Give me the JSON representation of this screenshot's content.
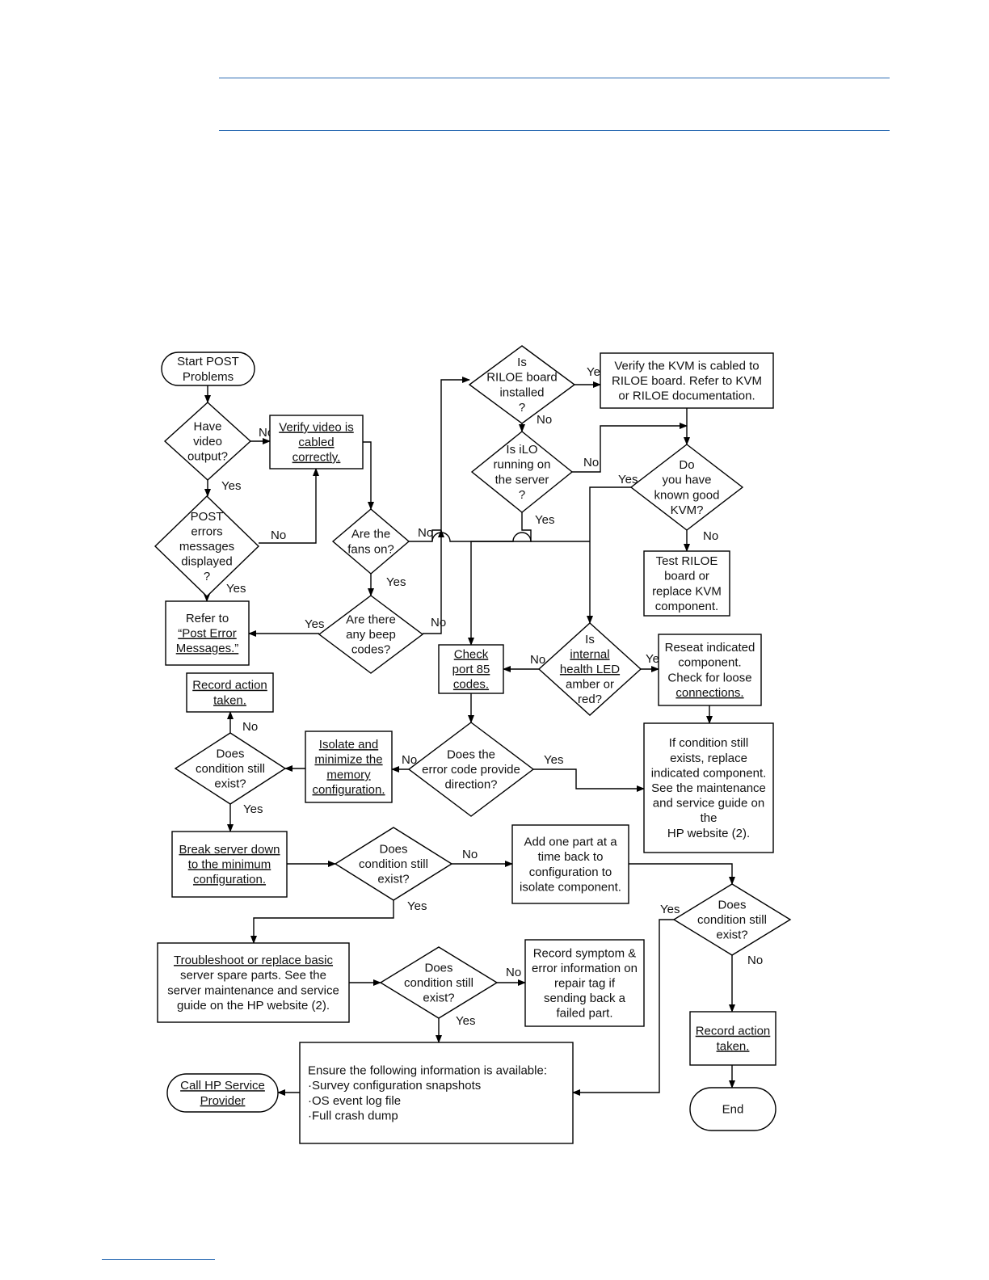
{
  "nodes": {
    "start": {
      "lines": [
        "Start POST",
        "Problems"
      ]
    },
    "video": {
      "lines": [
        "Have",
        "video",
        "output?"
      ]
    },
    "verifyvideo": {
      "lines": [
        "Verify video is",
        "cabled",
        "correctly."
      ],
      "underline": [
        0,
        1,
        2
      ]
    },
    "posterr": {
      "lines": [
        "POST",
        "errors",
        "messages",
        "displayed",
        "?"
      ]
    },
    "referpost": {
      "lines": [
        "Refer to",
        "“Post Error",
        "Messages.”"
      ],
      "underline": [
        1,
        2
      ]
    },
    "fans": {
      "lines": [
        "Are the",
        "fans on?"
      ]
    },
    "beep": {
      "lines": [
        "Are there",
        "any beep",
        "codes?"
      ]
    },
    "riloe": {
      "lines": [
        "Is",
        "RILOE board",
        "installed",
        "?"
      ]
    },
    "verifykvm": {
      "lines": [
        "Verify the KVM is cabled to",
        "RILOE board. Refer to KVM",
        "or RILOE documentation."
      ]
    },
    "ilo": {
      "lines": [
        "Is iLO",
        "running on",
        "the server",
        "?"
      ]
    },
    "knownkvm": {
      "lines": [
        "Do",
        "you have",
        "known good",
        "KVM?"
      ]
    },
    "testriloe": {
      "lines": [
        "Test RILOE",
        "board or",
        "replace KVM",
        "component."
      ]
    },
    "healthled": {
      "lines": [
        "Is",
        "internal",
        "health LED",
        "amber or",
        "red?"
      ],
      "underline": [
        1,
        2
      ]
    },
    "port85": {
      "lines": [
        "Check",
        "port 85",
        "codes."
      ],
      "underline": [
        0,
        1,
        2
      ]
    },
    "reseat": {
      "lines": [
        "Reseat indicated",
        "component.",
        "Check for loose",
        "connections."
      ],
      "underline": [
        3
      ]
    },
    "record1": {
      "lines": [
        "Record action",
        "taken."
      ],
      "underline": [
        0,
        1
      ]
    },
    "cond1": {
      "lines": [
        "Does",
        "condition still",
        "exist?"
      ]
    },
    "isolatemem": {
      "lines": [
        "Isolate and",
        "minimize the",
        "memory",
        "configuration."
      ],
      "underline": [
        0,
        1,
        2,
        3
      ]
    },
    "errcode": {
      "lines": [
        "Does the",
        "error code provide",
        "direction?"
      ]
    },
    "replace": {
      "lines": [
        "If condition still",
        "exists, replace",
        "indicated component.",
        "See the maintenance",
        "and service guide on",
        "the",
        "HP website (2)."
      ]
    },
    "breakdown": {
      "lines": [
        "Break server down",
        "to the minimum",
        "configuration."
      ],
      "underline": [
        0,
        1,
        2
      ]
    },
    "cond2": {
      "lines": [
        "Does",
        "condition still",
        "exist?"
      ]
    },
    "addpart": {
      "lines": [
        "Add one part at a",
        "time back to",
        "configuration to",
        "isolate component."
      ]
    },
    "cond4": {
      "lines": [
        "Does",
        "condition still",
        "exist?"
      ]
    },
    "troubleshoot": {
      "lines": [
        "Troubleshoot or replace basic",
        "server spare parts. See the",
        "server maintenance and service",
        "guide on the HP website (2)."
      ],
      "underline": [
        0
      ]
    },
    "cond3": {
      "lines": [
        "Does",
        "condition still",
        "exist?"
      ]
    },
    "recordsym": {
      "lines": [
        "Record symptom &",
        "error information on",
        "repair tag if",
        "sending back a",
        "failed part."
      ]
    },
    "record2": {
      "lines": [
        "Record action",
        "taken."
      ],
      "underline": [
        0,
        1
      ]
    },
    "ensure": {
      "lines": [
        "Ensure the following information is available:",
        "·Survey configuration snapshots",
        "·OS event log file",
        "·Full crash dump"
      ]
    },
    "callhp": {
      "lines": [
        "Call HP Service",
        "Provider"
      ],
      "underline": [
        0,
        1
      ]
    },
    "end": {
      "lines": [
        "End"
      ]
    }
  },
  "edges": [
    {
      "from": "start",
      "to": "video",
      "label": ""
    },
    {
      "from": "video",
      "to": "verifyvideo",
      "label": "No"
    },
    {
      "from": "video",
      "to": "posterr",
      "label": "Yes"
    },
    {
      "from": "posterr",
      "to": "verifyvideo",
      "label": "No"
    },
    {
      "from": "posterr",
      "to": "referpost",
      "label": "Yes"
    },
    {
      "from": "verifyvideo",
      "to": "fans",
      "label": ""
    },
    {
      "from": "fans",
      "to": "riloe",
      "label": "No"
    },
    {
      "from": "fans",
      "to": "beep",
      "label": "Yes"
    },
    {
      "from": "beep",
      "to": "referpost",
      "label": "Yes"
    },
    {
      "from": "beep",
      "to": "riloe",
      "label": "No"
    },
    {
      "from": "riloe",
      "to": "verifykvm",
      "label": "Yes"
    },
    {
      "from": "riloe",
      "to": "ilo",
      "label": "No"
    },
    {
      "from": "verifykvm",
      "to": "knownkvm",
      "label": ""
    },
    {
      "from": "ilo",
      "to": "knownkvm",
      "label": "No"
    },
    {
      "from": "ilo",
      "to": "port85",
      "label": "Yes"
    },
    {
      "from": "knownkvm",
      "to": "healthled",
      "label": "Yes"
    },
    {
      "from": "knownkvm",
      "to": "testriloe",
      "label": "No"
    },
    {
      "from": "healthled",
      "to": "port85",
      "label": "No"
    },
    {
      "from": "healthled",
      "to": "reseat",
      "label": "Yes"
    },
    {
      "from": "reseat",
      "to": "replace",
      "label": ""
    },
    {
      "from": "port85",
      "to": "errcode",
      "label": ""
    },
    {
      "from": "errcode",
      "to": "isolatemem",
      "label": "No"
    },
    {
      "from": "errcode",
      "to": "replace",
      "label": "Yes"
    },
    {
      "from": "isolatemem",
      "to": "cond1",
      "label": ""
    },
    {
      "from": "cond1",
      "to": "record1",
      "label": "No"
    },
    {
      "from": "cond1",
      "to": "breakdown",
      "label": "Yes"
    },
    {
      "from": "breakdown",
      "to": "cond2",
      "label": ""
    },
    {
      "from": "cond2",
      "to": "addpart",
      "label": "No"
    },
    {
      "from": "cond2",
      "to": "troubleshoot",
      "label": "Yes"
    },
    {
      "from": "addpart",
      "to": "cond4",
      "label": ""
    },
    {
      "from": "cond4",
      "to": "ensure",
      "label": "Yes"
    },
    {
      "from": "cond4",
      "to": "record2",
      "label": "No"
    },
    {
      "from": "record2",
      "to": "end",
      "label": ""
    },
    {
      "from": "troubleshoot",
      "to": "cond3",
      "label": ""
    },
    {
      "from": "cond3",
      "to": "recordsym",
      "label": "No"
    },
    {
      "from": "cond3",
      "to": "ensure",
      "label": "Yes"
    },
    {
      "from": "ensure",
      "to": "callhp",
      "label": ""
    }
  ]
}
